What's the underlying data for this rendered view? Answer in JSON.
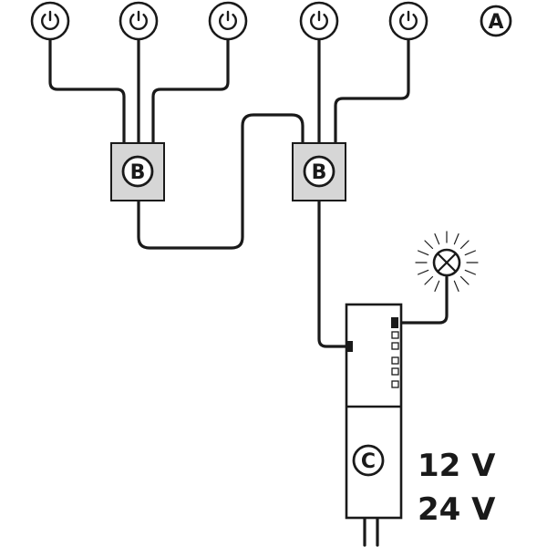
{
  "labels": {
    "a": "A",
    "b_left": "B",
    "b_right": "B",
    "c": "C"
  },
  "voltages": {
    "v1": "12 V",
    "v2": "24 V"
  },
  "icons": {
    "switch": "power-icon",
    "lamp": "lamp-icon"
  },
  "colors": {
    "line": "#1a1a1a",
    "box_fill": "#d6d6d6",
    "background": "#ffffff"
  }
}
